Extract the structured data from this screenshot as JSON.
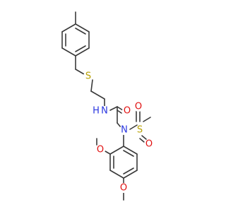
{
  "atoms": [
    {
      "id": "S_thio",
      "label": "S",
      "color": "#b8a000"
    },
    {
      "id": "N_amide",
      "label": "N",
      "color": "#2a36e0"
    },
    {
      "id": "H_amide",
      "label": "H",
      "color": "#2a36e0"
    },
    {
      "id": "O_carbonyl",
      "label": "O",
      "color": "#e01010"
    },
    {
      "id": "N_sulfonamide",
      "label": "N",
      "color": "#2a36e0"
    },
    {
      "id": "S_sulfonyl",
      "label": "S",
      "color": "#b8a000"
    },
    {
      "id": "O_sulfonyl_1",
      "label": "O",
      "color": "#e01010"
    },
    {
      "id": "O_sulfonyl_2",
      "label": "O",
      "color": "#e01010"
    },
    {
      "id": "O_methoxy_1",
      "label": "O",
      "color": "#e01010"
    },
    {
      "id": "O_methoxy_2",
      "label": "O",
      "color": "#e01010"
    }
  ],
  "colors": {
    "bond": "#3a3a3a",
    "background": "#ffffff"
  }
}
